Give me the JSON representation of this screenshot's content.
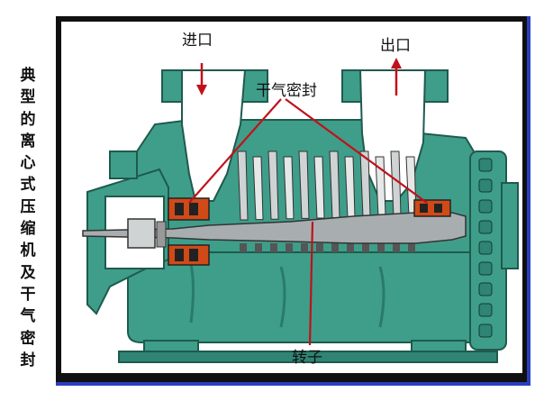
{
  "side_title": [
    "典",
    "型",
    "的",
    "离",
    "心",
    "式",
    "压",
    "缩",
    "机",
    "及",
    "干",
    "气",
    "密",
    "封"
  ],
  "labels": {
    "inlet": "进口",
    "outlet": "出口",
    "dry_gas_seal": "干气密封",
    "rotor": "转子"
  },
  "colors": {
    "casing": "#3e9e8a",
    "casing_dark": "#1f5a4e",
    "inner_white": "#ffffff",
    "frame": "#101010",
    "border_blue": "#2a3fbf",
    "arrow": "#c0111b",
    "seal": "#d04a18",
    "shaft": "#a8aeb0"
  },
  "icons": [
    "down-arrow-icon",
    "up-arrow-icon"
  ]
}
